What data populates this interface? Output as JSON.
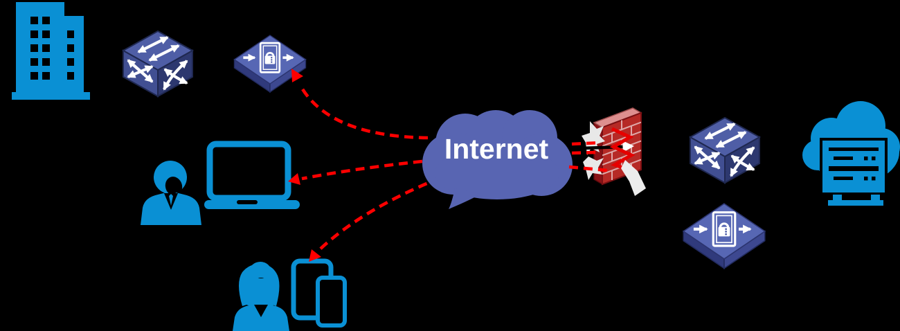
{
  "internet": {
    "label": "Internet"
  },
  "nodes": [
    {
      "id": "office-building",
      "icon": "building-icon"
    },
    {
      "id": "campus-switch",
      "icon": "network-switch-icon"
    },
    {
      "id": "branch-vpn-gateway",
      "icon": "vpn-gateway-icon"
    },
    {
      "id": "remote-laptop-user",
      "icon": "person-laptop-icon"
    },
    {
      "id": "internet-cloud",
      "icon": "cloud-bubble-icon",
      "label": "Internet"
    },
    {
      "id": "firewall",
      "icon": "brick-firewall-icon"
    },
    {
      "id": "datacenter-switch",
      "icon": "network-switch-icon"
    },
    {
      "id": "datacenter-vpn-gateway",
      "icon": "vpn-gateway-icon"
    },
    {
      "id": "cloud-server-farm",
      "icon": "cloud-servers-icon"
    },
    {
      "id": "remote-mobile-user",
      "icon": "person-tablet-phone-icon"
    }
  ],
  "edges": [
    {
      "from": "internet-cloud",
      "to": "branch-vpn-gateway",
      "style": "red-dashed-curved-arrow",
      "color": "#ff0000"
    },
    {
      "from": "internet-cloud",
      "to": "remote-laptop-user",
      "style": "red-dashed-curved-arrow",
      "color": "#ff0000"
    },
    {
      "from": "internet-cloud",
      "to": "remote-mobile-user",
      "style": "red-dashed-curved-arrow",
      "color": "#ff0000"
    },
    {
      "from": "internet-cloud",
      "to": "firewall",
      "style": "red-dashed-lines-blocked",
      "color": "#ff0000"
    },
    {
      "from": "internet-cloud",
      "to": "firewall",
      "style": "black-solid-arrow",
      "color": "#000000"
    }
  ],
  "colors": {
    "background": "#000000",
    "device_blue": "#0a90d4",
    "switch_top": "#4f5ea6",
    "switch_left": "#414f92",
    "switch_right": "#2d386f",
    "gateway_top": "#5767b4",
    "gateway_side_left": "#303a7c",
    "gateway_side_right": "#3d4890",
    "internet_cloud": "#5865b2",
    "firewall_front": "#b62a26",
    "firewall_side": "#8a1216",
    "firewall_top": "#dd8f8f",
    "attack_red": "#ff0000",
    "glyph_white": "#ffffff"
  }
}
